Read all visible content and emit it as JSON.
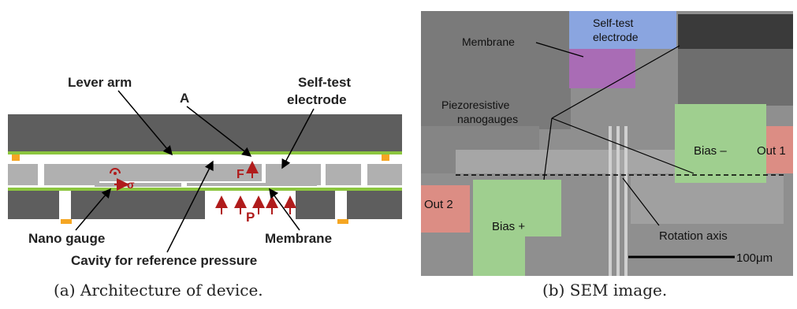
{
  "panel_a": {
    "caption": "(a) Architecture of device.",
    "labels": {
      "lever_arm": "Lever arm",
      "a": "A",
      "self_test": [
        "Self-test",
        "electrode"
      ],
      "nano_gauge": "Nano gauge",
      "membrane": "Membrane",
      "cavity": "Cavity for reference pressure",
      "force": "F",
      "pressure": "P",
      "sigma": "σ"
    },
    "colors": {
      "structure": "#5e5e5e",
      "layer": "#b0b0b0",
      "bond": "#8cc63f",
      "pad": "#f5a623",
      "arrow": "#b01c1c"
    }
  },
  "panel_b": {
    "caption": "(b) SEM image.",
    "labels": {
      "self_test": [
        "Self-test",
        "electrode"
      ],
      "membrane": "Membrane",
      "piezo": [
        "Piezoresistive",
        "nanogauges"
      ],
      "bias_minus": "Bias –",
      "out1": "Out 1",
      "out2": "Out 2",
      "bias_plus": "Bias +",
      "rotation_axis": "Rotation axis",
      "scale": "100μm"
    },
    "colors": {
      "background": "#8f8f8f",
      "blue": "#8aa5e0",
      "purple": "#a96cb5",
      "green": "#9fcf8f",
      "red": "#dc8d84"
    }
  }
}
